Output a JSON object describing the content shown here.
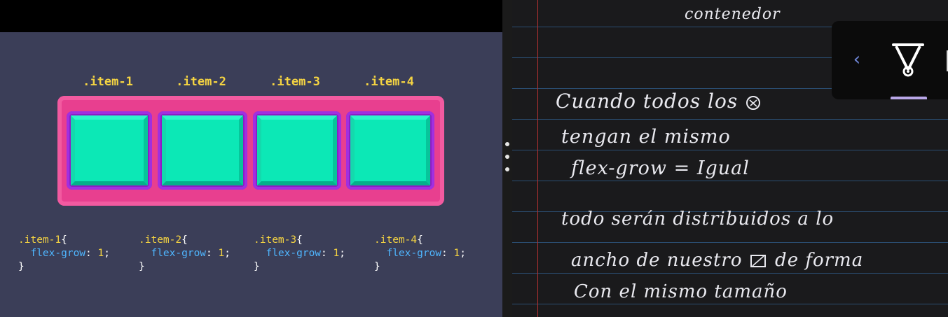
{
  "slide": {
    "labels": [
      ".item-1",
      ".item-2",
      ".item-3",
      ".item-4"
    ],
    "code": [
      {
        "selector": ".item-1",
        "prop": "flex-grow",
        "value": "1"
      },
      {
        "selector": ".item-2",
        "prop": "flex-grow",
        "value": "1"
      },
      {
        "selector": ".item-3",
        "prop": "flex-grow",
        "value": "1"
      },
      {
        "selector": ".item-4",
        "prop": "flex-grow",
        "value": "1"
      }
    ],
    "colors": {
      "background": "#3b3e58",
      "container": "#e83f8f",
      "item_border": "#8c1ec4",
      "item_fill": "#0ce8b6",
      "selector": "#f5d442",
      "property": "#4fb6ff"
    }
  },
  "notes": {
    "title": "contenedor",
    "lines": [
      "Cuando todos los",
      "tengan el mismo",
      "flex-grow = Igual",
      "todo serán distribuidos a lo",
      "ancho de nuestro",
      "de forma",
      "Con el mismo tamaño"
    ]
  },
  "toolbar": {
    "back_icon": "chevron-left-icon",
    "pen_icon": "fountain-pen-icon",
    "back_glyph": "‹"
  }
}
